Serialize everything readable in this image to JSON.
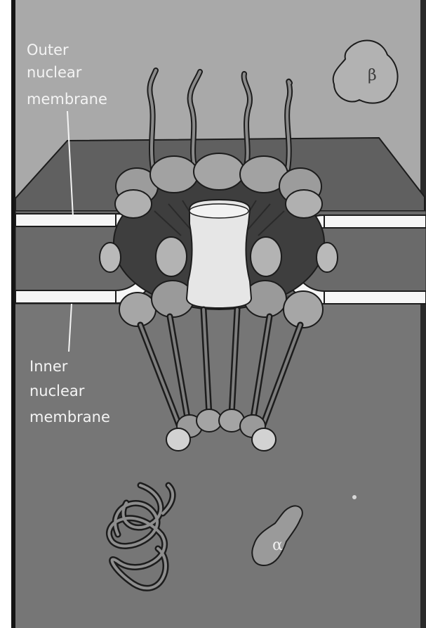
{
  "labels": {
    "outer_line1": "Outer",
    "outer_line2": "nuclear",
    "outer_line3": "membrane",
    "inner_line1": "Inner",
    "inner_line2": "nuclear",
    "inner_line3": "membrane",
    "beta": "β",
    "alpha": "α"
  },
  "colors": {
    "cytoplasm": "#a9a9a9",
    "nucleoplasm": "#767676",
    "membrane_band": "#5c5c5c",
    "membrane_edge": "#1c1c1c",
    "lumen": "#f6f6f6",
    "ring_subunit": "#9c9c9c",
    "lumen_subunit": "#b9b9b9",
    "central_plug": "#e6e6e6",
    "pore_interior": "#3e3e3e",
    "basket_ring": "#cbcbcb",
    "frame": "#111111"
  }
}
